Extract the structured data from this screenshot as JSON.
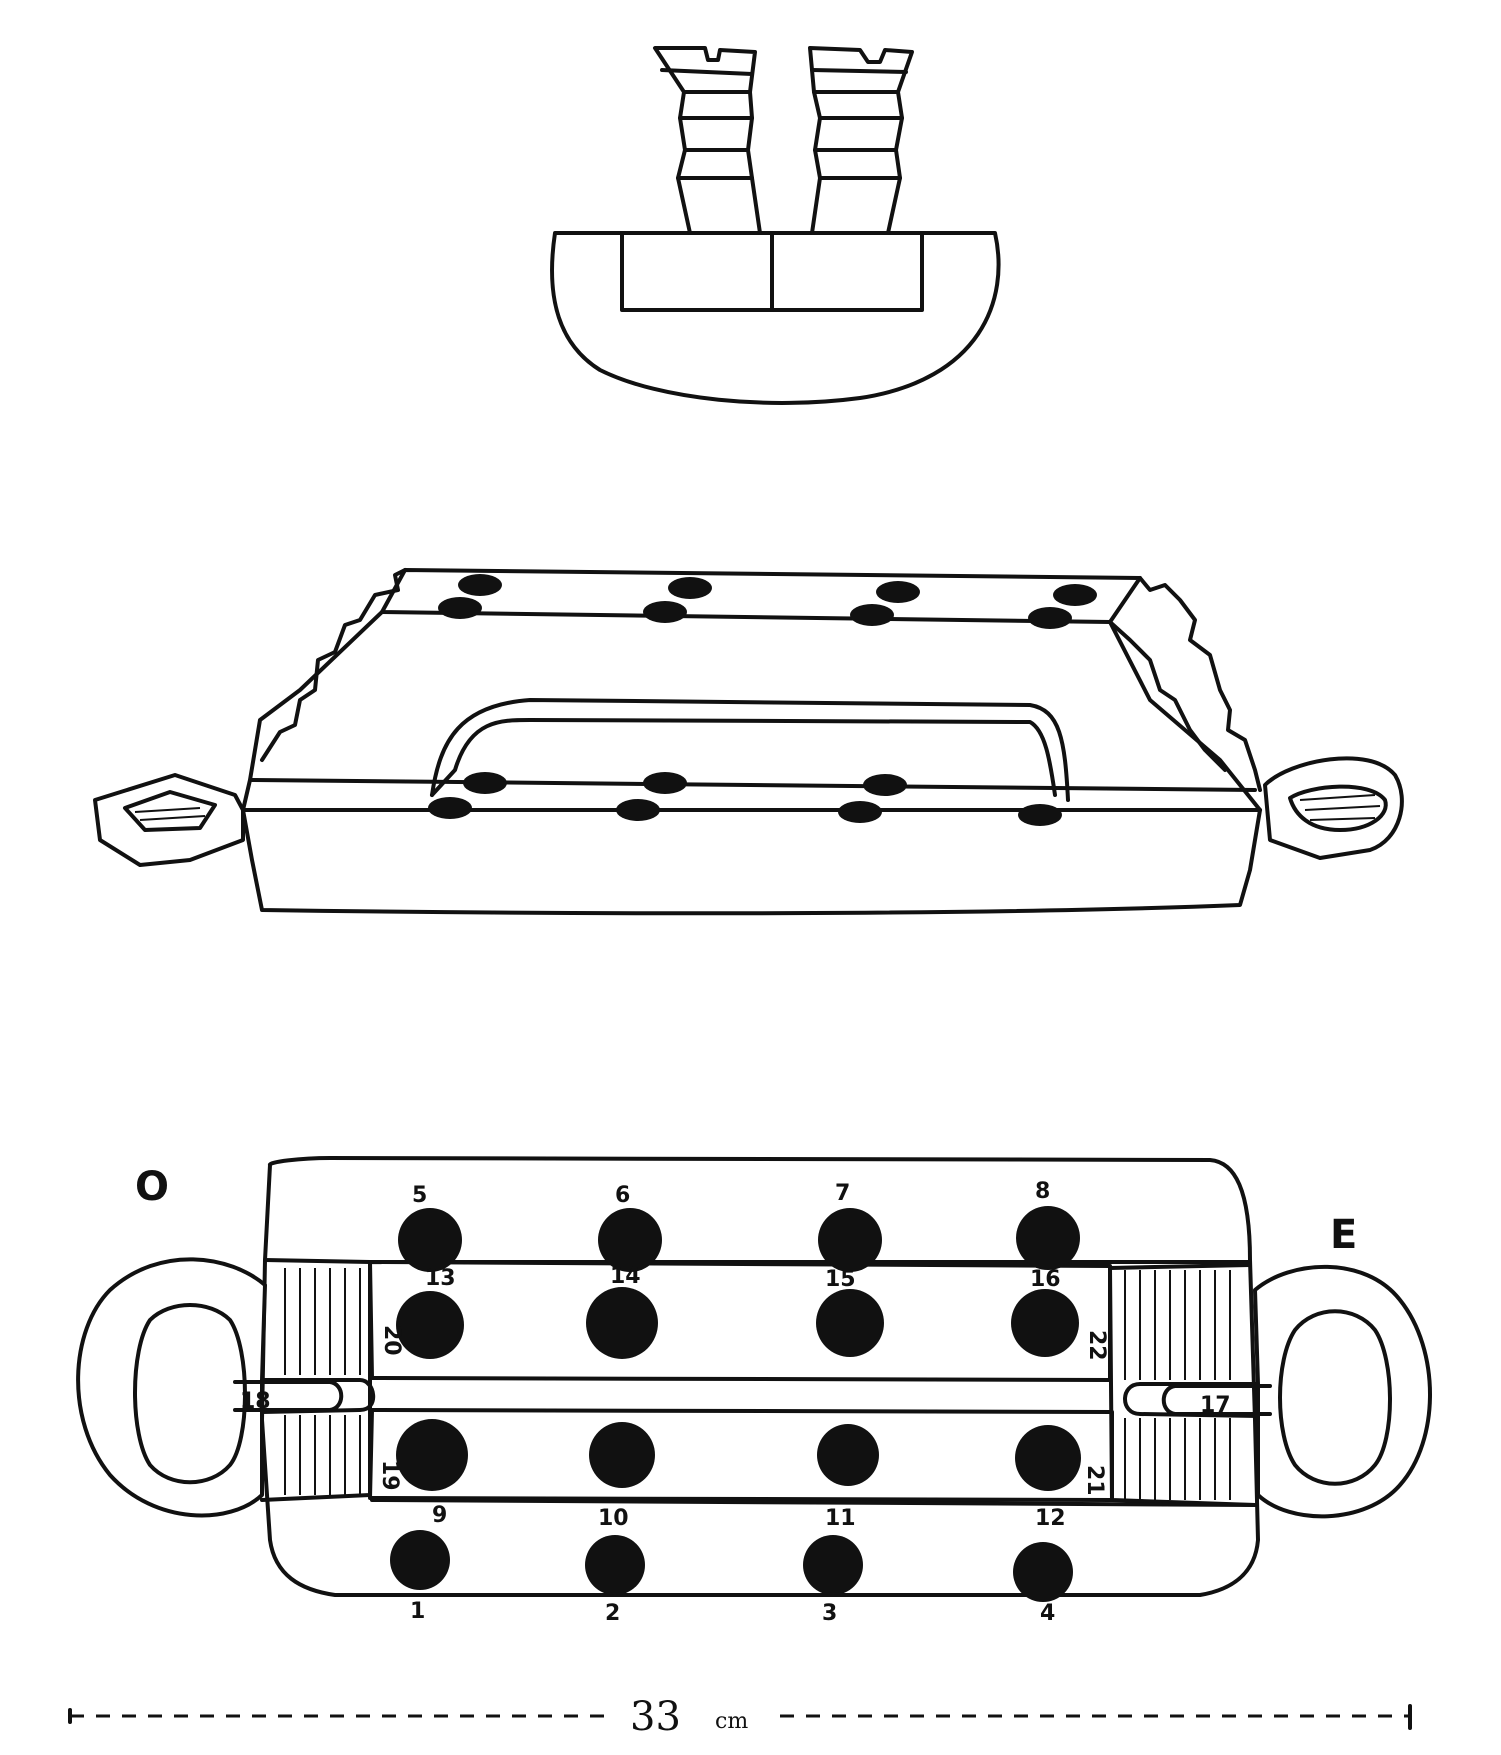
{
  "orientation": {
    "west": "O",
    "east": "E"
  },
  "scale": {
    "value": "33",
    "unit": "cm"
  },
  "holes": [
    {
      "n": "1"
    },
    {
      "n": "2"
    },
    {
      "n": "3"
    },
    {
      "n": "4"
    },
    {
      "n": "5"
    },
    {
      "n": "6"
    },
    {
      "n": "7"
    },
    {
      "n": "8"
    },
    {
      "n": "9"
    },
    {
      "n": "10"
    },
    {
      "n": "11"
    },
    {
      "n": "12"
    },
    {
      "n": "13"
    },
    {
      "n": "14"
    },
    {
      "n": "15"
    },
    {
      "n": "16"
    },
    {
      "n": "17"
    },
    {
      "n": "18"
    },
    {
      "n": "19"
    },
    {
      "n": "20"
    },
    {
      "n": "21"
    },
    {
      "n": "22"
    }
  ],
  "colors": {
    "ink": "#111111",
    "paper": "#ffffff"
  }
}
